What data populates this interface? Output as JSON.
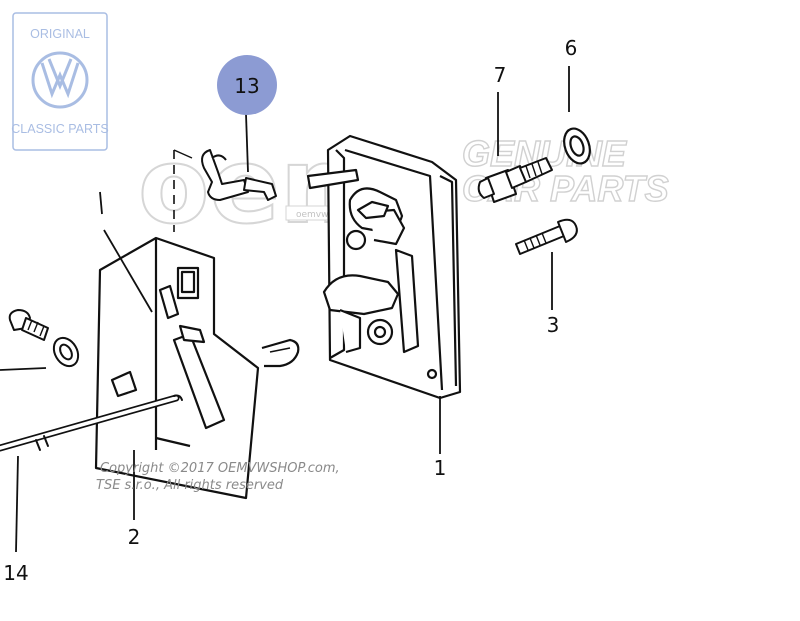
{
  "logo": {
    "line1": "ORIGINAL",
    "line2": "CLASSIC PARTS",
    "color": "#a9bde3"
  },
  "watermark": {
    "brand": "oem",
    "line1": "GENUINE",
    "line2": "CAR PARTS",
    "url": "oemvwshop.com",
    "color": "#c9c9c9"
  },
  "highlight_color": "#8c9bd3",
  "callouts": {
    "c13": "13",
    "c6": "6",
    "c7": "7",
    "c3": "3",
    "c1": "1",
    "c2": "2",
    "c14": "14"
  },
  "copyright": {
    "line1": "Copyright ©2017 OEMVWSHOP.com,",
    "line2": "TSE s.r.o., All rights reserved"
  }
}
